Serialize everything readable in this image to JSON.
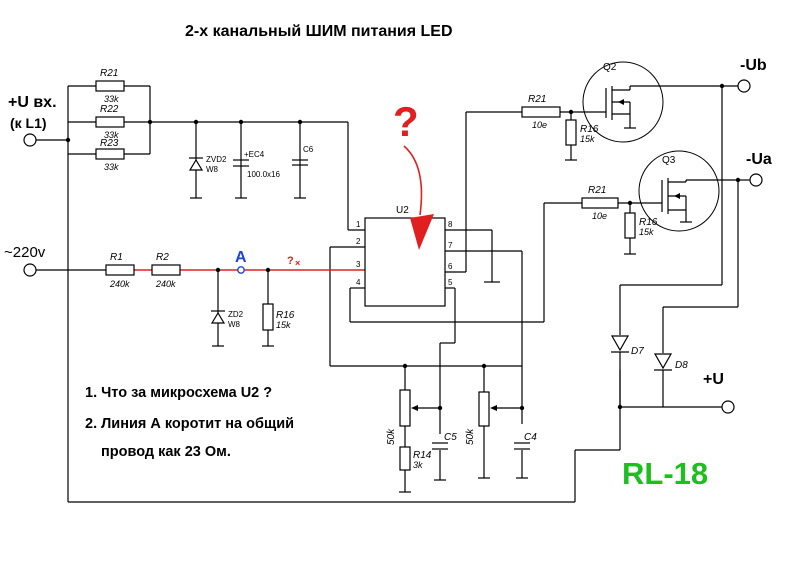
{
  "title": "2-х канальный ШИМ питания LED",
  "terminals": {
    "input_plus": "+U вх.",
    "input_plus_sub": "(к L1)",
    "input_ac": "~220v",
    "out_ub": "-Ub",
    "out_ua": "-Ua",
    "out_plus": "+U"
  },
  "components": {
    "R21a": {
      "ref": "R21",
      "value": "33k"
    },
    "R22": {
      "ref": "R22",
      "value": "33k"
    },
    "R23": {
      "ref": "R23",
      "value": "33k"
    },
    "ZVD2": {
      "ref": "ZVD2",
      "value": "W8"
    },
    "EC4": {
      "ref": "+EC4",
      "value": "100.0x16"
    },
    "C6": {
      "ref": "C6"
    },
    "R1": {
      "ref": "R1",
      "value": "240k"
    },
    "R2": {
      "ref": "R2",
      "value": "240k"
    },
    "ZD2": {
      "ref": "ZD2",
      "value": "W8"
    },
    "R16a": {
      "ref": "R16",
      "value": "15k"
    },
    "U2": {
      "ref": "U2",
      "pins": [
        "1",
        "2",
        "3",
        "4",
        "8",
        "7",
        "6",
        "5"
      ]
    },
    "R21b": {
      "ref": "R21",
      "value": "10e"
    },
    "R16b": {
      "ref": "R16",
      "value": "15k"
    },
    "Q2": {
      "ref": "Q2"
    },
    "R21c": {
      "ref": "R21",
      "value": "10e"
    },
    "R16c": {
      "ref": "R16",
      "value": "15k"
    },
    "Q3": {
      "ref": "Q3"
    },
    "D7": {
      "ref": "D7"
    },
    "D8": {
      "ref": "D8"
    },
    "POT1": {
      "value": "50k"
    },
    "POT2": {
      "value": "50k"
    },
    "R14": {
      "ref": "R14",
      "value": "3k"
    },
    "C5": {
      "ref": "C5"
    },
    "C4": {
      "ref": "C4"
    }
  },
  "annotations": {
    "question_big": "?",
    "question_small": "?",
    "node_a": "A",
    "x_mark": "×"
  },
  "notes": [
    "1. Что за микросхема U2 ?",
    "2. Линия А коротит на общий",
    "провод как 23 Ом."
  ],
  "watermark": "RL-18",
  "colors": {
    "marker_red": "#e02020",
    "node_blue": "#1a45d6",
    "watermark_green": "#1cc01c"
  }
}
